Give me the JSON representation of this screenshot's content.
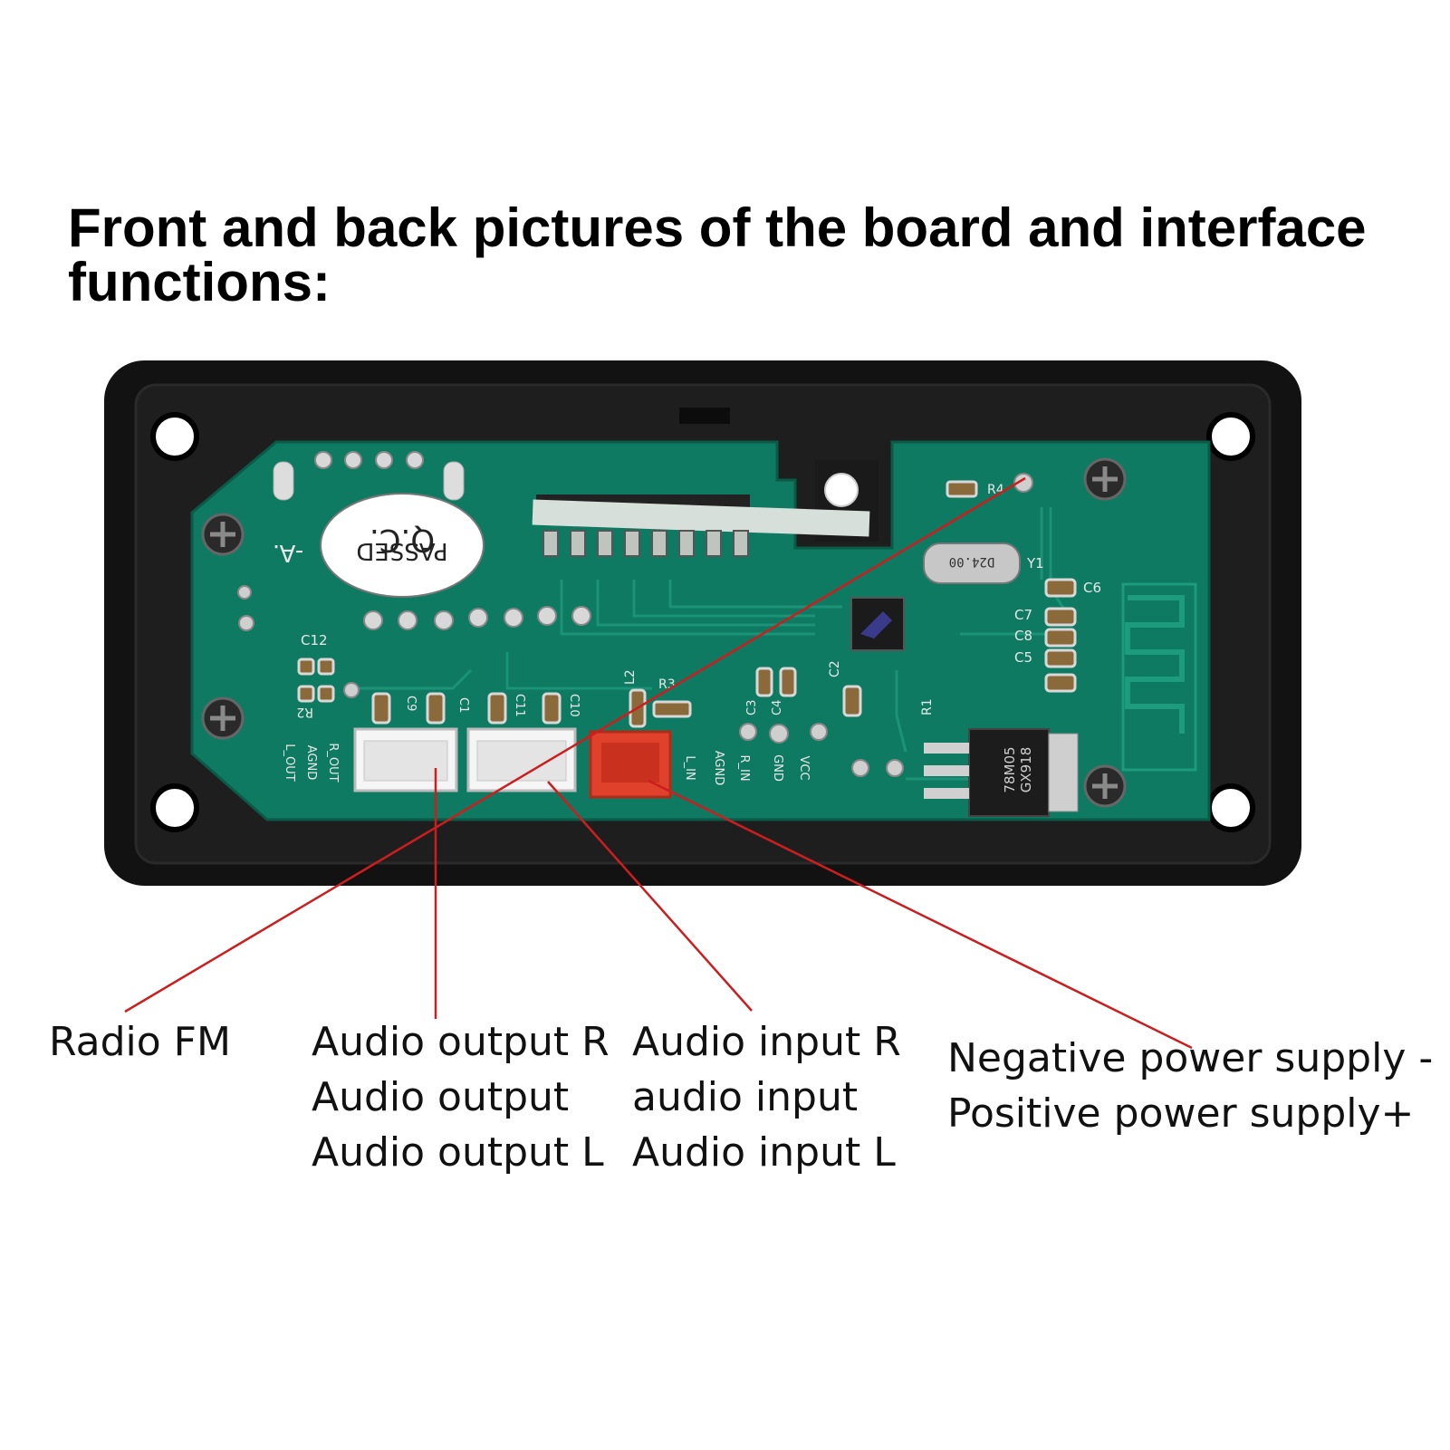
{
  "title": "Front and back pictures of the board and interface functions:",
  "colors": {
    "pcb": "#0f7a62",
    "frame": "#111111",
    "leader_line": "#cc1e1e",
    "input_connector": "#e0412a"
  },
  "board_text": {
    "qc_line1": "Q.C.",
    "qc_line2": "PASSED",
    "c12": "C12",
    "r2": "R2",
    "r4": "R4",
    "r3": "R3",
    "r1": "R1",
    "l2": "L2",
    "y1": "Y1",
    "c6": "C6",
    "c7": "C7",
    "c8": "C8",
    "c5": "C5",
    "c2": "C2",
    "c3": "C3",
    "c4": "C4",
    "c9": "C9",
    "c1": "C1",
    "c11": "C11",
    "c10": "C10",
    "crystal": "D24.00",
    "regulator_1": "78M05",
    "regulator_2": "GX918",
    "pin_r_out": "R_OUT",
    "pin_agnd_1": "AGND",
    "pin_l_out": "L_OUT",
    "pin_l_in": "L_IN",
    "pin_agnd_2": "AGND",
    "pin_r_in": "R_IN",
    "pin_gnd": "GND",
    "pin_vcc": "VCC",
    "model_fragment": "-A."
  },
  "labels": {
    "radio": "Radio FM",
    "output_r": "Audio output R",
    "output": "Audio output",
    "output_l": "Audio output L",
    "input_r": "Audio input R",
    "input": "audio input",
    "input_l": "Audio input L",
    "negative": "Negative power supply -",
    "positive": "Positive power supply+"
  }
}
